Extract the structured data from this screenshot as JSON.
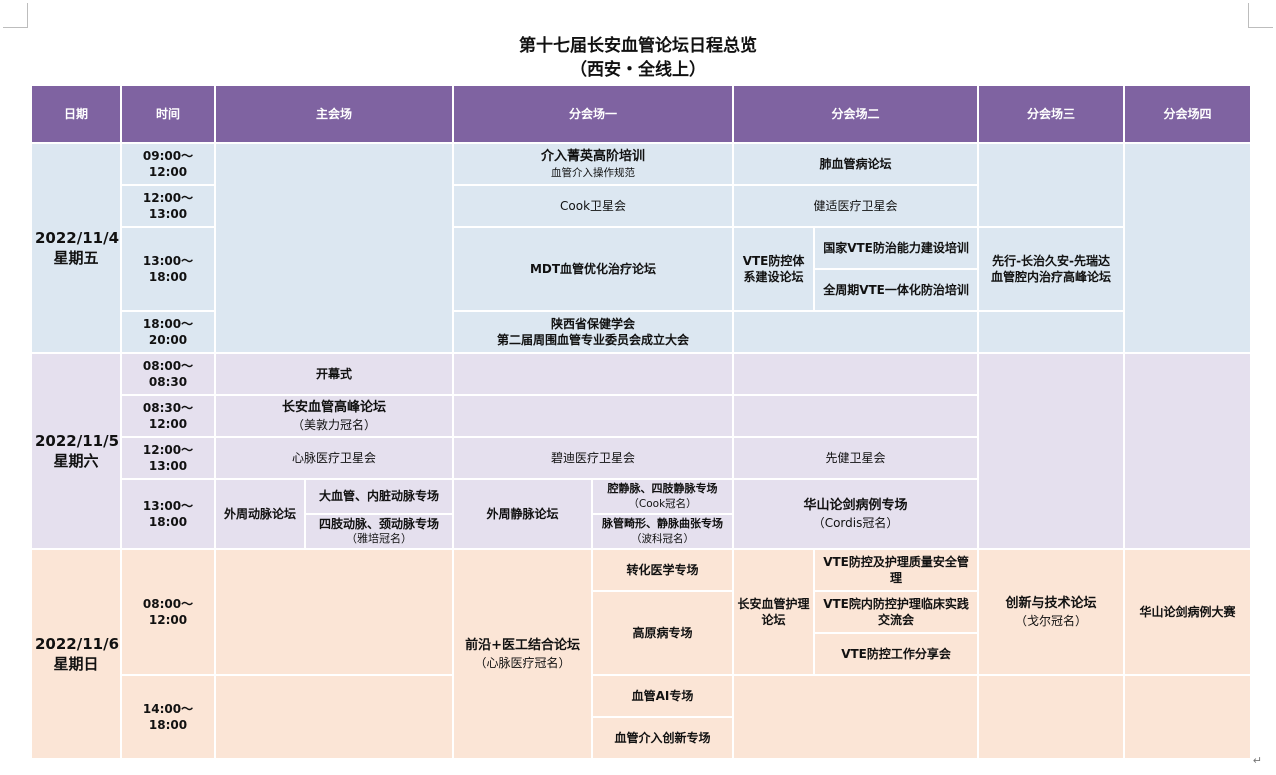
{
  "title_line1": "第十七届长安血管论坛日程总览",
  "title_line2": "（西安・全线上）",
  "pilcrow": "↵",
  "headers": {
    "date": "日期",
    "time": "时间",
    "main": "主会场",
    "sub1": "分会场一",
    "sub2": "分会场二",
    "sub3": "分会场三",
    "sub4": "分会场四"
  },
  "day1": {
    "date": "2022/11/4",
    "weekday": "星期五",
    "times": [
      "09:00～12:00",
      "12:00～13:00",
      "13:00～18:00",
      "18:00～20:00"
    ],
    "sub1_r1_title": "介入菁英高阶培训",
    "sub1_r1_sub": "血管介入操作规范",
    "sub2_r1": "肺血管病论坛",
    "sub1_r2": "Cook卫星会",
    "sub2_r2": "健适医疗卫星会",
    "sub1_r3": "MDT血管优化治疗论坛",
    "sub2_r3_left": "VTE防控体系建设论坛",
    "sub2_r3_top": "国家VTE防治能力建设培训",
    "sub2_r3_bottom": "全周期VTE一体化防治培训",
    "sub3_r3_line1": "先行-长治久安-先瑞达",
    "sub3_r3_line2": "血管腔内治疗高峰论坛",
    "sub1_r4_line1": "陕西省保健学会",
    "sub1_r4_line2": "第二届周围血管专业委员会成立大会"
  },
  "day2": {
    "date": "2022/11/5",
    "weekday": "星期六",
    "times": [
      "08:00～08:30",
      "08:30～12:00",
      "12:00～13:00",
      "13:00～18:00"
    ],
    "main_r1": "开幕式",
    "main_r2_title": "长安血管高峰论坛",
    "main_r2_sub": "（美敦力冠名）",
    "main_r3": "心脉医疗卫星会",
    "sub1_r3": "碧迪医疗卫星会",
    "sub2_r3": "先健卫星会",
    "main_r4_left": "外周动脉论坛",
    "main_r4_top": "大血管、内脏动脉专场",
    "main_r4_bottom_title": "四肢动脉、颈动脉专场",
    "main_r4_bottom_sub": "（雅培冠名）",
    "sub1_r4_left": "外周静脉论坛",
    "sub1_r4_top_title": "腔静脉、四肢静脉专场",
    "sub1_r4_top_sub": "（Cook冠名）",
    "sub1_r4_bottom_title": "脉管畸形、静脉曲张专场",
    "sub1_r4_bottom_sub": "（波科冠名）",
    "sub2_r4_title": "华山论剑病例专场",
    "sub2_r4_sub": "（Cordis冠名）"
  },
  "day3": {
    "date": "2022/11/6",
    "weekday": "星期日",
    "times": [
      "08:00～12:00",
      "14:00～18:00"
    ],
    "sub1_left_title": "前沿+医工结合论坛",
    "sub1_left_sub": "（心脉医疗冠名）",
    "sub1_items": [
      "转化医学专场",
      "高原病专场",
      "血管AI专场",
      "血管介入创新专场"
    ],
    "sub2_left": "长安血管护理论坛",
    "sub2_items": [
      "VTE防控及护理质量安全管理",
      "VTE院内防控护理临床实践交流会",
      "VTE防控工作分享会"
    ],
    "sub3_title": "创新与技术论坛",
    "sub3_sub": "（戈尔冠名）",
    "sub4": "华山论剑病例大赛"
  },
  "colors": {
    "header": "#7f63a1",
    "day1": "#dce7f1",
    "day2": "#e5e0ee",
    "day3": "#fbe5d6"
  }
}
